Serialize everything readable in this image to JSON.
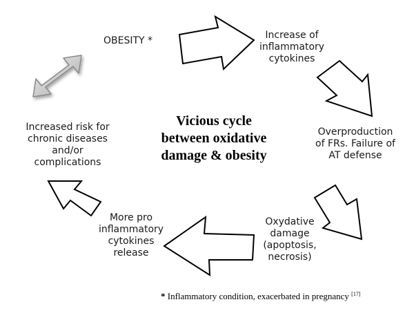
{
  "nodes": {
    "obesity": "OBESITY *",
    "inflammatory_cytokines": [
      "Increase of",
      "inflammatory",
      "cytokines"
    ],
    "overproduction": [
      "Overproduction",
      "of FRs.  Failure of",
      "AT defense"
    ],
    "oxydative_damage": [
      "Oxydative",
      "damage",
      "(apoptosis,",
      "necrosis)"
    ],
    "pro_inflammatory": [
      "More pro",
      "inflammatory",
      "cytokines",
      "release"
    ],
    "increased_risk": [
      "Increased risk for",
      "chronic diseases",
      "and/or",
      "complications"
    ]
  },
  "center_title": [
    "Vicious cycle",
    "between oxidative",
    "damage & obesity"
  ],
  "footnote": {
    "star": "*",
    "text": " Inflammatory condition, exacerbated in pregnancy",
    "ref": "[17]"
  },
  "colors": {
    "arrow_stroke": "#000000",
    "arrow_fill": "#ffffff",
    "double_arrow_fill": "#d0d0d0"
  }
}
